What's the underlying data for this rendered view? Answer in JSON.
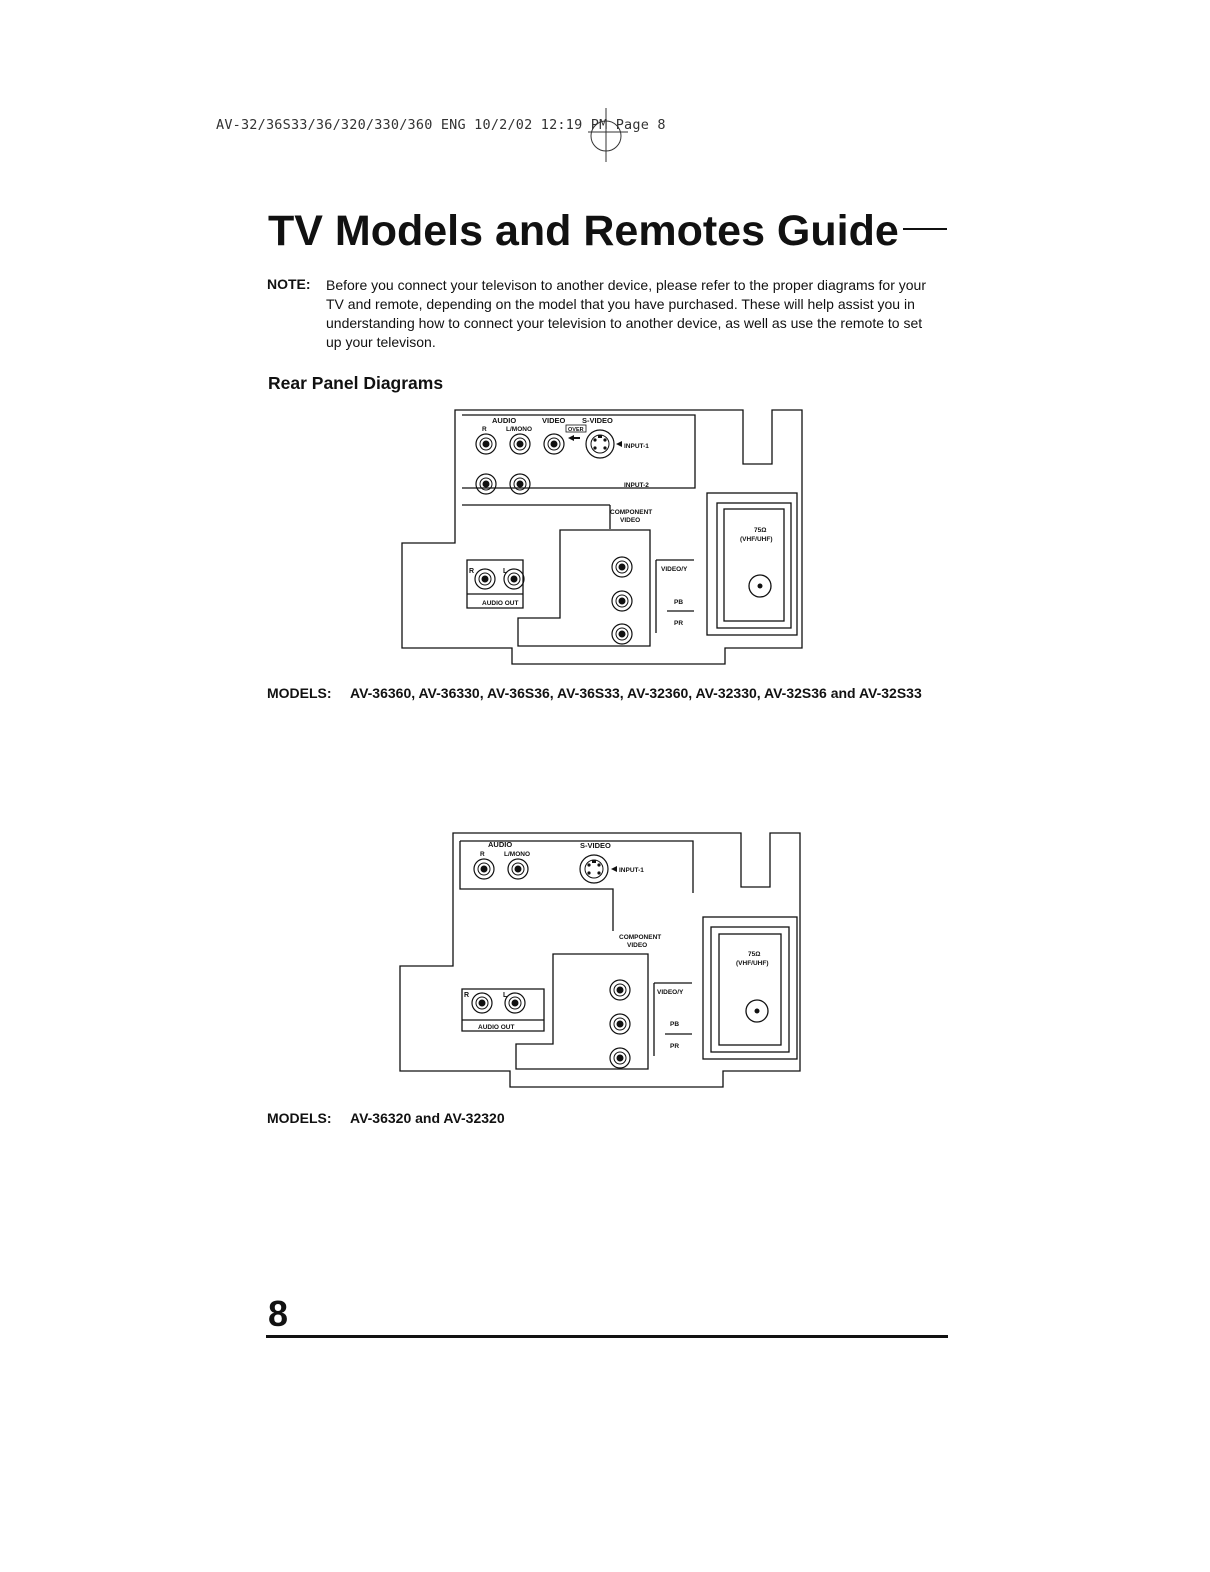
{
  "header": {
    "print_line": "AV-32/36S33/36/320/330/360 ENG  10/2/02  12:19 PM  Page 8"
  },
  "title": "TV Models and Remotes Guide",
  "note": {
    "label": "NOTE:",
    "text": "Before you connect your televison to another device, please refer to the proper diagrams for your TV and remote, depending on the model that you have purchased. These will help assist you in understanding how to connect your television to another device, as well as use the remote to set up your televison."
  },
  "section_heading": "Rear Panel Diagrams",
  "diagram1": {
    "audio": "AUDIO",
    "r": "R",
    "lmono": "L/MONO",
    "video": "VIDEO",
    "svideo": "S-VIDEO",
    "over": "OVER",
    "input1": "INPUT-1",
    "input2": "INPUT-2",
    "component": "COMPONENT",
    "component_video": "VIDEO",
    "ant_ohm": "75Ω",
    "ant_band": "(VHF/UHF)",
    "audio_out_r": "R",
    "audio_out_l": "L",
    "audio_out": "AUDIO OUT",
    "videoy": "VIDEO/Y",
    "pb": "PB",
    "pr": "PR"
  },
  "models1": {
    "label": "MODELS:",
    "text": "AV-36360, AV-36330, AV-36S36, AV-36S33, AV-32360, AV-32330, AV-32S36 and AV-32S33"
  },
  "diagram2": {
    "audio": "AUDIO",
    "r": "R",
    "lmono": "L/MONO",
    "svideo": "S-VIDEO",
    "input1": "INPUT-1",
    "component": "COMPONENT",
    "component_video": "VIDEO",
    "ant_ohm": "75Ω",
    "ant_band": "(VHF/UHF)",
    "audio_out_r": "R",
    "audio_out_l": "L",
    "audio_out": "AUDIO OUT",
    "videoy": "VIDEO/Y",
    "pb": "PB",
    "pr": "PR"
  },
  "models2": {
    "label": "MODELS:",
    "text": "AV-36320 and AV-32320"
  },
  "page_number": "8"
}
